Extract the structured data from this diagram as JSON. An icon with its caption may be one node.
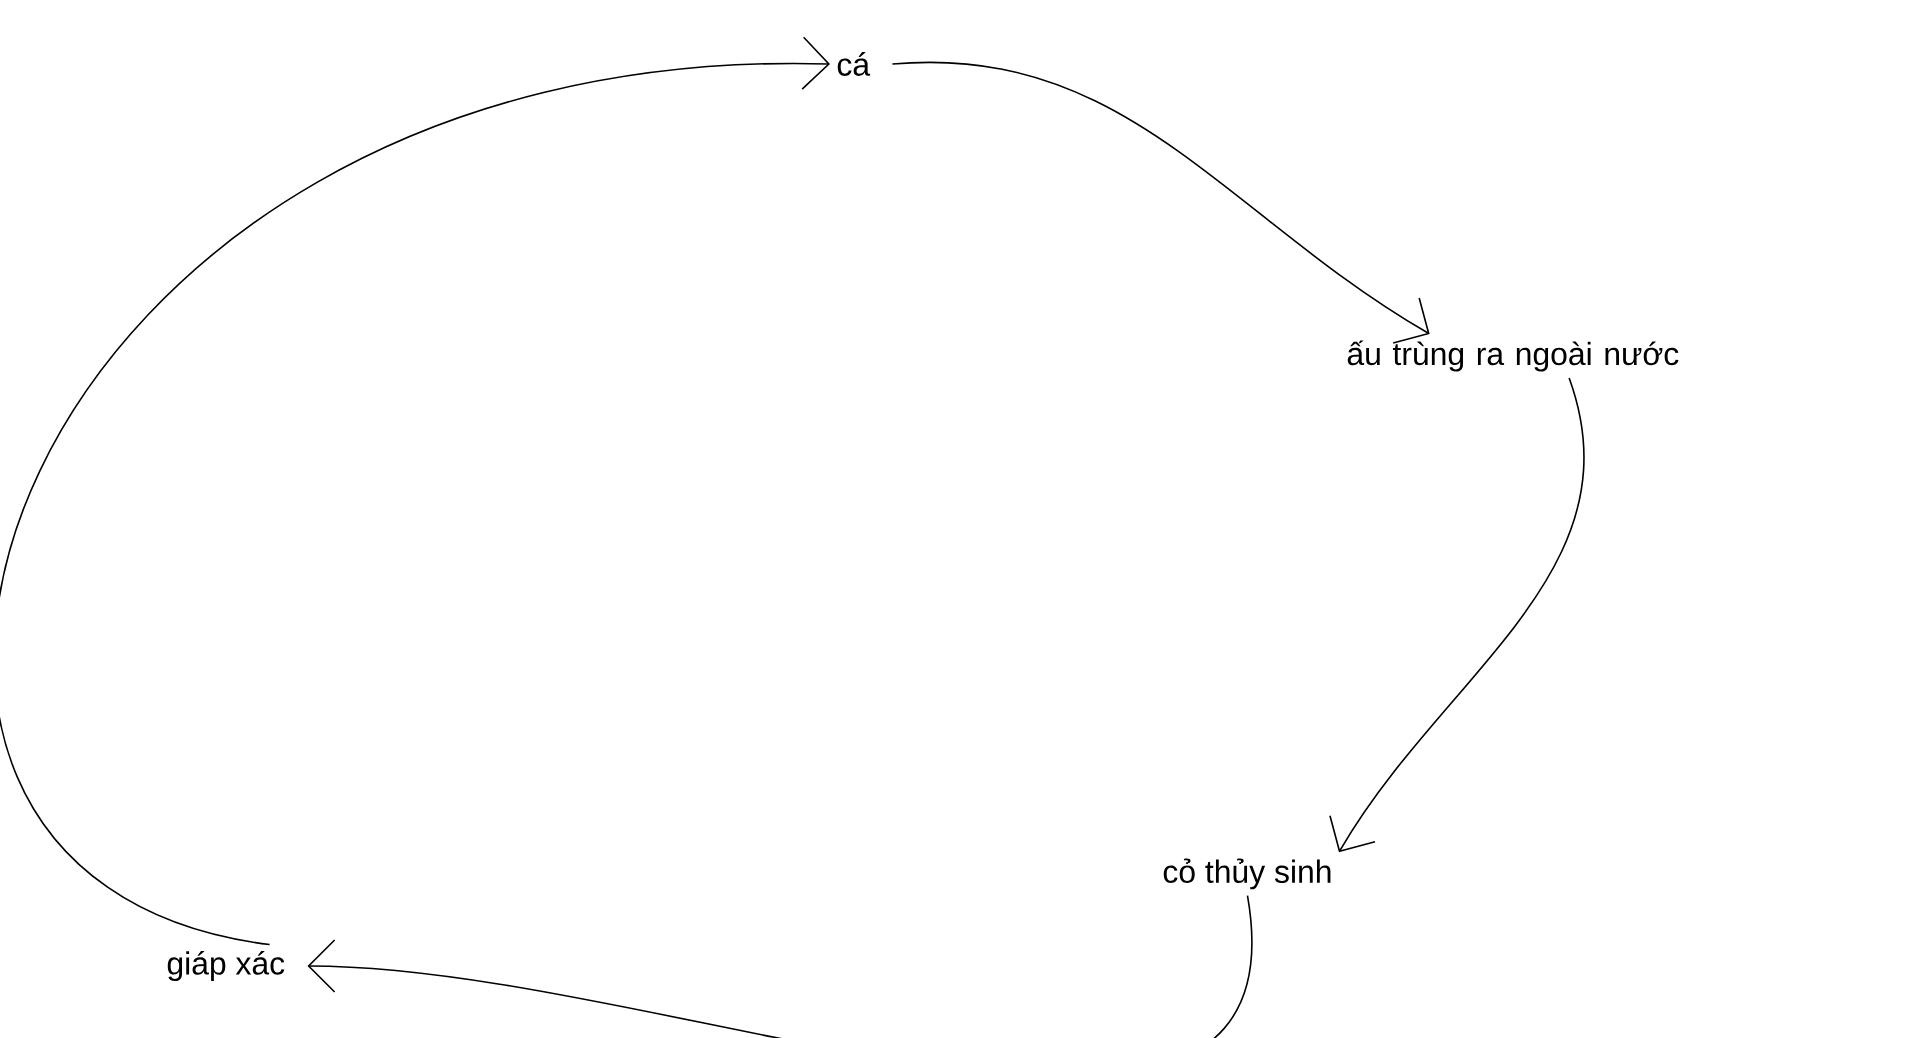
{
  "diagram": {
    "nodes": [
      {
        "text": [
          "cá"
        ]
      },
      {
        "text": [
          "ấu trùng ra ngoài nước"
        ]
      },
      {
        "text": [
          "cỏ thủy sinh"
        ]
      },
      {
        "text": [
          "giáp xác"
        ]
      }
    ],
    "edges": [
      {
        "from": 0,
        "to": 1,
        "arrow": "to"
      },
      {
        "from": 1,
        "to": 2,
        "arrow": "to"
      },
      {
        "from": 2,
        "to": 3,
        "arrow": "to"
      },
      {
        "from": 3,
        "to": 0,
        "arrow": "to"
      }
    ]
  }
}
